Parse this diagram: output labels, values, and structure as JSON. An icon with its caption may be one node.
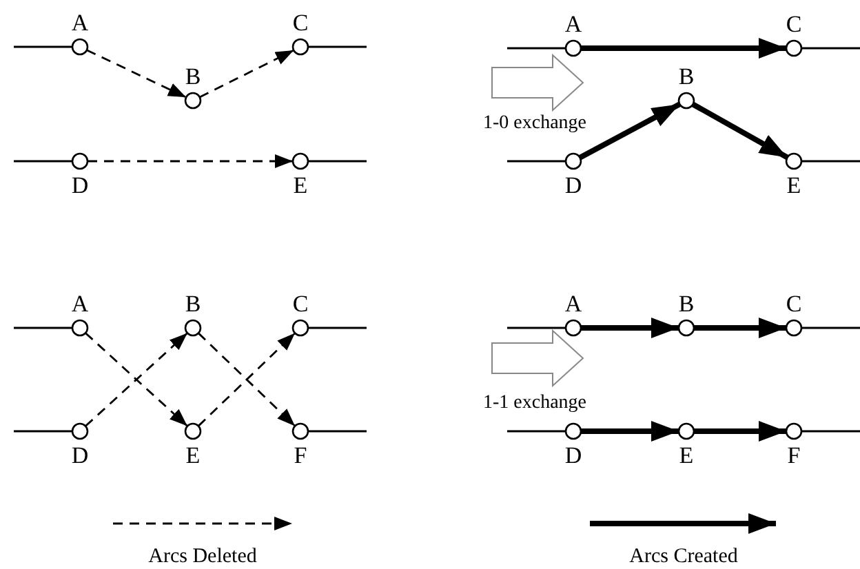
{
  "diagram": {
    "nodes": [
      {
        "text": [
          "A"
        ]
      },
      {
        "text": [
          "B"
        ]
      },
      {
        "text": [
          "C"
        ]
      },
      {
        "text": [
          "D"
        ]
      },
      {
        "text": [
          "E"
        ]
      },
      {
        "text": [
          "A"
        ]
      },
      {
        "text": [
          "B"
        ]
      },
      {
        "text": [
          "C"
        ]
      },
      {
        "text": [
          "D"
        ]
      },
      {
        "text": [
          "E"
        ]
      },
      {
        "text": [
          "A"
        ]
      },
      {
        "text": [
          "B"
        ]
      },
      {
        "text": [
          "C"
        ]
      },
      {
        "text": [
          "D"
        ]
      },
      {
        "text": [
          "E"
        ]
      },
      {
        "text": [
          "F"
        ]
      },
      {
        "text": [
          "A"
        ]
      },
      {
        "text": [
          "B"
        ]
      },
      {
        "text": [
          "C"
        ]
      },
      {
        "text": [
          "D"
        ]
      },
      {
        "text": [
          "E"
        ]
      },
      {
        "text": [
          "F"
        ]
      }
    ],
    "edges": [
      {
        "from": null,
        "to": 0,
        "arrow": "none"
      },
      {
        "from": 0,
        "to": 1,
        "arrow": "to",
        "style": "dashed"
      },
      {
        "from": 1,
        "to": 2,
        "arrow": "to",
        "style": "dashed"
      },
      {
        "from": 2,
        "to": null,
        "arrow": "none"
      },
      {
        "from": null,
        "to": 3,
        "arrow": "none"
      },
      {
        "from": 3,
        "to": 4,
        "arrow": "to",
        "style": "dashed"
      },
      {
        "from": 4,
        "to": null,
        "arrow": "none"
      },
      {
        "from": null,
        "to": 5,
        "arrow": "none"
      },
      {
        "from": 5,
        "to": 7,
        "arrow": "to",
        "style": "thick"
      },
      {
        "from": 7,
        "to": null,
        "arrow": "none"
      },
      {
        "from": null,
        "to": 8,
        "arrow": "none"
      },
      {
        "from": 8,
        "to": 6,
        "arrow": "to",
        "style": "thick"
      },
      {
        "from": 6,
        "to": 9,
        "arrow": "to",
        "style": "thick"
      },
      {
        "from": 9,
        "to": null,
        "arrow": "none"
      },
      {
        "from": null,
        "to": 10,
        "arrow": "none"
      },
      {
        "from": 10,
        "to": 14,
        "arrow": "to",
        "style": "dashed"
      },
      {
        "from": 13,
        "to": 11,
        "arrow": "to",
        "style": "dashed"
      },
      {
        "from": 11,
        "to": 15,
        "arrow": "to",
        "style": "dashed"
      },
      {
        "from": 14,
        "to": 12,
        "arrow": "to",
        "style": "dashed"
      },
      {
        "from": 12,
        "to": null,
        "arrow": "none"
      },
      {
        "from": null,
        "to": 13,
        "arrow": "none"
      },
      {
        "from": 15,
        "to": null,
        "arrow": "none"
      },
      {
        "from": null,
        "to": 16,
        "arrow": "none"
      },
      {
        "from": 16,
        "to": 17,
        "arrow": "to",
        "style": "thick"
      },
      {
        "from": 17,
        "to": 18,
        "arrow": "to",
        "style": "thick"
      },
      {
        "from": 18,
        "to": null,
        "arrow": "none"
      },
      {
        "from": null,
        "to": 19,
        "arrow": "none"
      },
      {
        "from": 19,
        "to": 20,
        "arrow": "to",
        "style": "thick"
      },
      {
        "from": 20,
        "to": 21,
        "arrow": "to",
        "style": "thick"
      },
      {
        "from": 21,
        "to": null,
        "arrow": "none"
      }
    ],
    "labels": [
      "1-0 exchange",
      "1-1 exchange"
    ],
    "legend": [
      {
        "text": "Arcs Deleted"
      },
      {
        "text": "Arcs Created"
      }
    ]
  }
}
